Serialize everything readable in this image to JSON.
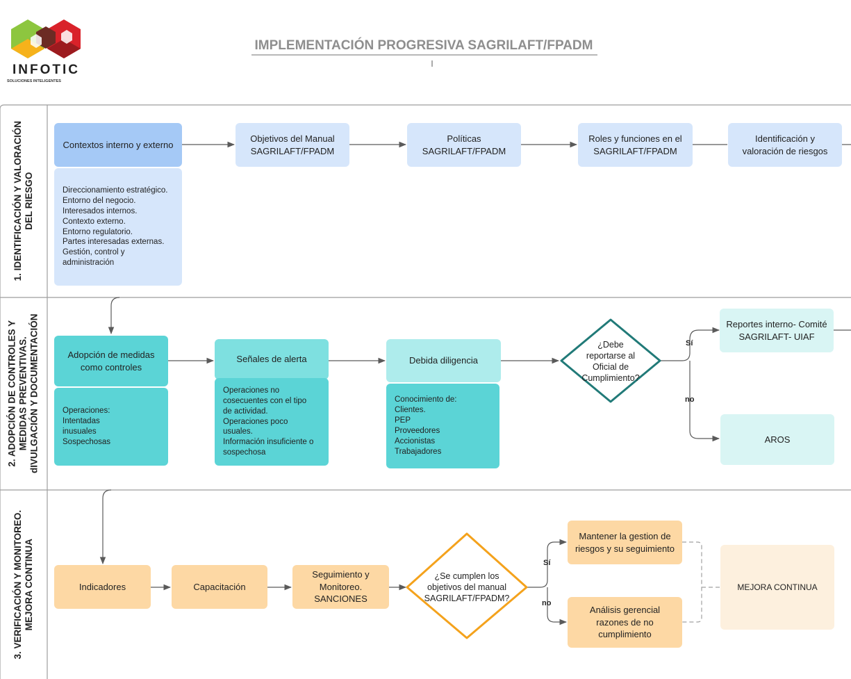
{
  "header": {
    "logo_name": "INFOTIC",
    "logo_tagline": "SOLUCIONES INTELIGENTES",
    "title": "IMPLEMENTACIÓN PROGRESIVA SAGRILAFT/FPADM",
    "cursor": "I"
  },
  "colors": {
    "lane_border": "#9e9e9e",
    "connector": "#5a5a5a",
    "title_gray": "#8e8e8e",
    "teal_diamond": "#217a78",
    "orange_diamond": "#f4a21c"
  },
  "lanes": [
    {
      "label_line1": "1. IDENTIFICACIÓN Y VALORACIÓN",
      "label_line2": "DEL RIESGO"
    },
    {
      "label_line1": "2. ADOPCIÓN DE CONTROLES Y",
      "label_line2": "MEDIDAS PREVENTIVAS.",
      "label_line3": "dIVULGACIÓN Y DOCUMENTACIÓN"
    },
    {
      "label_line1": "3. VERIFICACIÓN Y MONITOREO.",
      "label_line2": "MEJORA CONTINUA"
    }
  ],
  "lane1": {
    "contextos": "Contextos interno y externo",
    "contextos_detail": [
      "Direccionamiento estratégico.",
      "Entorno del negocio.",
      "Interesados internos.",
      "Contexto externo.",
      "Entorno regulatorio.",
      "Partes interesadas externas.",
      "Gestión, control y",
      "administración"
    ],
    "objetivos": [
      "Objetivos del Manual",
      "SAGRILAFT/FPADM"
    ],
    "politicas": [
      "Políticas",
      "SAGRILAFT/FPADM"
    ],
    "roles": [
      "Roles y funciones en el",
      "SAGRILAFT/FPADM"
    ],
    "identificacion": [
      "Identificación y",
      "valoración de riesgos"
    ]
  },
  "lane2": {
    "adopcion": [
      "Adopción de medidas",
      "como controles"
    ],
    "adopcion_detail": [
      "Operaciones:",
      "Intentadas",
      "inusuales",
      "Sospechosas"
    ],
    "senales": "Señales de alerta",
    "senales_detail": [
      "Operaciones no",
      "cosecuentes con el tipo",
      "de actividad.",
      "Operaciones poco",
      "usuales.",
      "Información insuficiente o",
      "sospechosa"
    ],
    "debida": "Debida diligencia",
    "debida_detail": [
      "Conocimiento de:",
      "Clientes.",
      "PEP",
      "Proveedores",
      "Accionistas",
      "Trabajadores"
    ],
    "decision": [
      "¿Debe",
      "reportarse al",
      "Oficial de",
      "Cumplimiento?"
    ],
    "yes": "Sí",
    "no": "no",
    "reportes": [
      "Reportes interno- Comité",
      "SAGRILAFT- UIAF"
    ],
    "aros": "AROS"
  },
  "lane3": {
    "indicadores": "Indicadores",
    "capacitacion": "Capacitación",
    "seguimiento": [
      "Seguimiento y",
      "Monitoreo.",
      "SANCIONES"
    ],
    "decision": [
      "¿Se cumplen los",
      "objetivos del manual",
      "SAGRILAFT/FPADM?"
    ],
    "yes": "Sí",
    "no": "no",
    "mantener": [
      "Mantener la gestion de",
      "riesgos y su seguimiento"
    ],
    "analisis": [
      "Análisis gerencial",
      "razones  de no",
      "cumplimiento"
    ],
    "mejora": "MEJORA  CONTINUA"
  }
}
